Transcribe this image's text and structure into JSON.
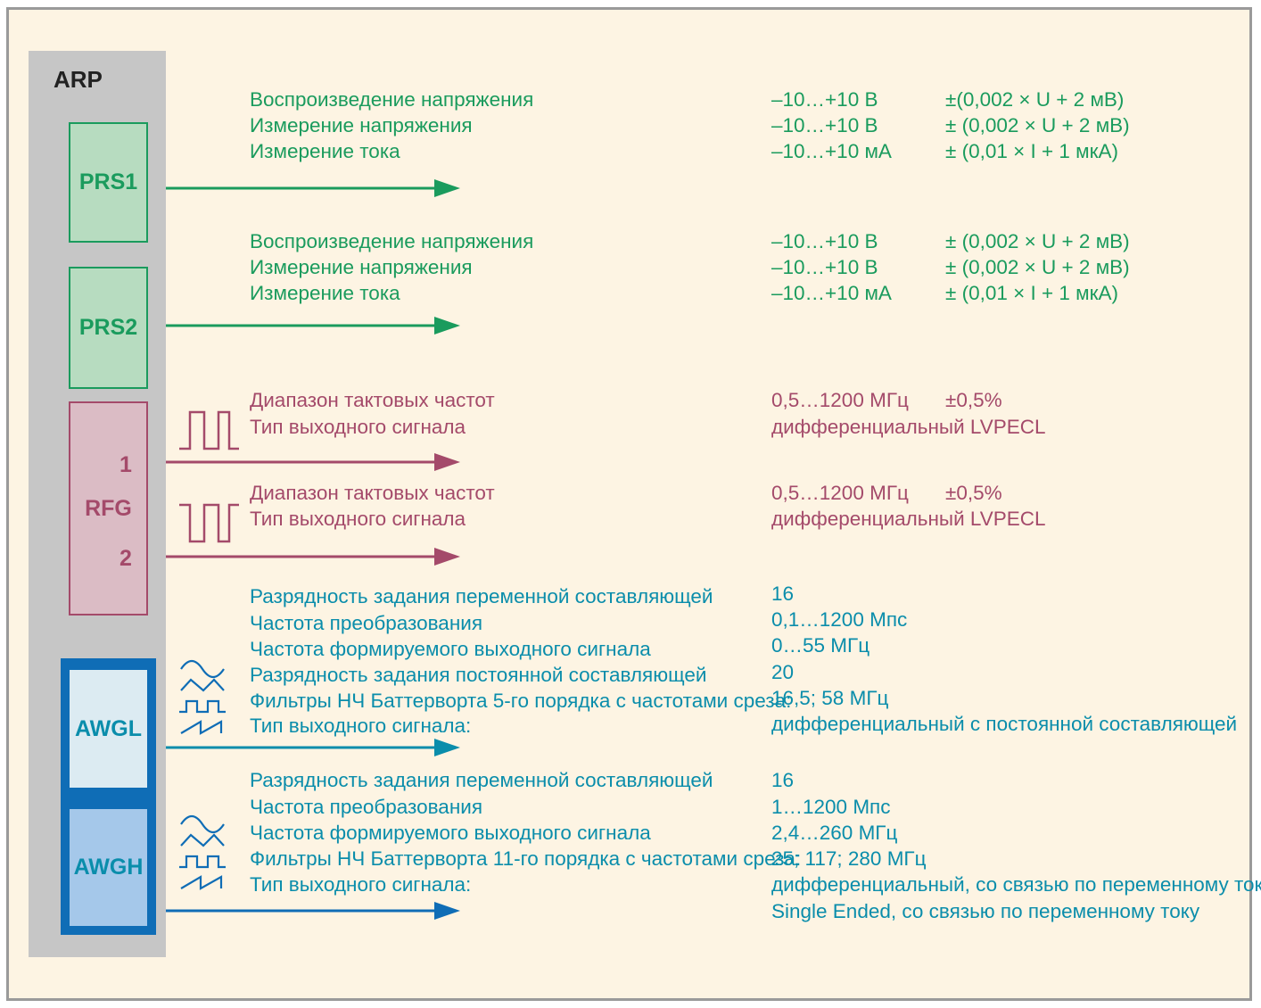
{
  "colors": {
    "green": "#1a9b5d",
    "rose": "#a44a6a",
    "blue": "#0a8dab",
    "blue_dark": "#0f6db6",
    "gray": "#c6c6c6",
    "background": "#fdf4e3"
  },
  "arp": "ARP",
  "blocks": {
    "prs1": "PRS1",
    "prs2": "PRS2",
    "rfg": "RFG",
    "rfg_out1": "1",
    "rfg_out2": "2",
    "awgl": "AWGL",
    "awgh": "AWGH"
  },
  "prs1": {
    "rows": [
      {
        "name": "Воспроизведение напряжения",
        "range": "–10…+10 В",
        "accuracy": "±(0,002 × U + 2 мВ)"
      },
      {
        "name": "Измерение напряжения",
        "range": "–10…+10 В",
        "accuracy": "± (0,002 × U + 2 мВ)"
      },
      {
        "name": "Измерение тока",
        "range": "–10…+10 мА",
        "accuracy": "± (0,01 × I + 1 мкА)"
      }
    ]
  },
  "prs2": {
    "rows": [
      {
        "name": "Воспроизведение напряжения",
        "range": "–10…+10 В",
        "accuracy": "± (0,002 × U + 2 мВ)"
      },
      {
        "name": "Измерение напряжения",
        "range": "–10…+10 В",
        "accuracy": "± (0,002 × U + 2 мВ)"
      },
      {
        "name": "Измерение тока",
        "range": "–10…+10 мА",
        "accuracy": "± (0,01 × I + 1 мкА)"
      }
    ]
  },
  "rfg1": {
    "rows": [
      {
        "name": "Диапазон тактовых частот",
        "value": "0,5…1200 МГц",
        "accuracy": "±0,5%"
      },
      {
        "name": "Тип выходного сигнала",
        "value": "дифференциальный LVPECL"
      }
    ]
  },
  "rfg2": {
    "rows": [
      {
        "name": "Диапазон тактовых частот",
        "value": "0,5…1200 МГц",
        "accuracy": "±0,5%"
      },
      {
        "name": "Тип выходного сигнала",
        "value": "дифференциальный LVPECL"
      }
    ]
  },
  "awgl": {
    "names": [
      "Разрядность задания переменной составляющей",
      "Частота преобразования",
      "Частота формируемого выходного сигнала",
      "Разрядность задания постоянной составляющей",
      "Фильтры НЧ Баттерворта 5-го порядка с частотами среза:",
      "Тип выходного сигнала:"
    ],
    "values": [
      "16",
      "0,1…1200 Мпс",
      "0…55 МГц",
      "20",
      "16,5; 58 МГц",
      "дифференциальный с постоянной составляющей"
    ]
  },
  "awgh": {
    "names": [
      "Разрядность задания переменной составляющей",
      "Частота преобразования",
      "Частота формируемого выходного сигнала",
      "Фильтры НЧ Баттерворта 11-го порядка с частотами среза:",
      "Тип выходного сигнала:"
    ],
    "values": [
      "16",
      "1…1200 Мпс",
      "2,4…260 МГц",
      "25; 117; 280 МГц",
      "дифференциальный, со связью по переменному току",
      "Single Ended, со связью по переменному току"
    ]
  }
}
